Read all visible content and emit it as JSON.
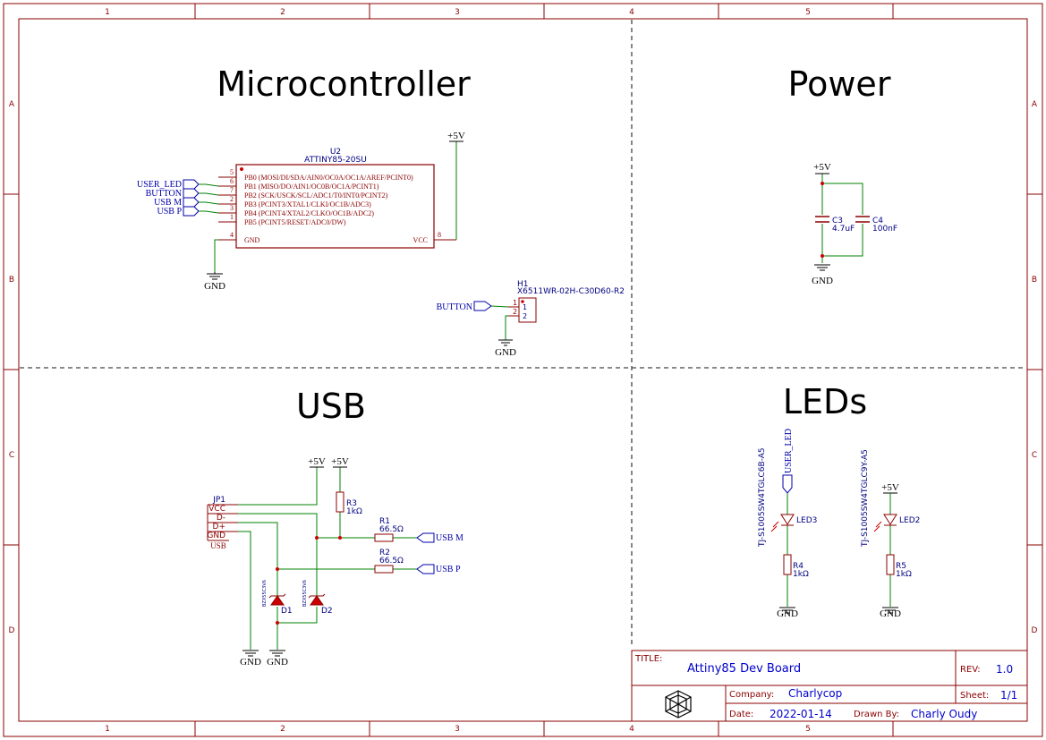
{
  "colors": {
    "frame": "#8b0000",
    "wire": "#008000",
    "junction": "#cc0000",
    "net_label": "#0000aa",
    "text": "#000000",
    "ref": "#000080",
    "title_value": "#0000cc"
  },
  "border": {
    "cols": [
      "1",
      "2",
      "3",
      "4",
      "5"
    ],
    "rows": [
      "A",
      "B",
      "C",
      "D"
    ]
  },
  "sections": {
    "microcontroller": "Microcontroller",
    "power": "Power",
    "usb": "USB",
    "leds": "LEDs"
  },
  "u2": {
    "ref": "U2",
    "value": "ATTINY85-20SU",
    "pin_numbers_left": [
      "5",
      "6",
      "7",
      "2",
      "3",
      "1"
    ],
    "pin_names_left": [
      "PB0 (MOSI/DI/SDA/AIN0/OC0A/OC1A/AREF/PCINT0)",
      "PB1 (MISO/DO/AIN1/OC0B/OC1A/PCINT1)",
      "PB2 (SCK/USCK/SCL/ADC1/T0/INT0/PCINT2)",
      "PB3 (PCINT3/XTAL1/CLKI/OC1B/ADC3)",
      "PB4 (PCINT4/XTAL2/CLKO/OC1B/ADC2)",
      "PB5 (PCINT5/RESET/ADC0/DW)"
    ],
    "gnd_pin": "4",
    "gnd_name": "GND",
    "vcc_pin": "8",
    "vcc_name": "VCC",
    "nets_left": [
      "USER_LED",
      "BUTTON",
      "USB M",
      "USB P"
    ]
  },
  "h1": {
    "ref": "H1",
    "value": "X6511WR-02H-C30D60-R2",
    "net": "BUTTON",
    "pins": [
      "1",
      "2"
    ]
  },
  "power": {
    "plus5v": "+5V",
    "gnd": "GND",
    "c3_ref": "C3",
    "c3_val": "4.7uF",
    "c4_ref": "C4",
    "c4_val": "100nF"
  },
  "usb": {
    "jp1_ref": "JP1",
    "jp1_pins": [
      "VCC",
      "D-",
      "D+",
      "GND"
    ],
    "jp1_value": "USB",
    "r3_ref": "R3",
    "r3_val": "1kΩ",
    "r1_ref": "R1",
    "r1_val": "66.5Ω",
    "r2_ref": "R2",
    "r2_val": "66.5Ω",
    "d1_ref": "D1",
    "d2_ref": "D2",
    "d1_val": "BZX55C3V6",
    "d2_val": "BZX55C3V6",
    "net_usb_m": "USB M",
    "net_usb_p": "USB P"
  },
  "leds": {
    "led3_ref": "LED3",
    "led3_val": "TJ-S1005SW4TGLC6B-A5",
    "led3_net": "USER_LED",
    "r4_ref": "R4",
    "r4_val": "1kΩ",
    "led2_ref": "LED2",
    "led2_val": "TJ-S1005SW4TGLC9Y-A5",
    "r5_ref": "R5",
    "r5_val": "1kΩ"
  },
  "title_block": {
    "title_label": "TITLE:",
    "title_value": "Attiny85 Dev Board",
    "rev_label": "REV:",
    "rev_value": "1.0",
    "company_label": "Company:",
    "company_value": "Charlycop",
    "sheet_label": "Sheet:",
    "sheet_value": "1/1",
    "date_label": "Date:",
    "date_value": "2022-01-14",
    "drawn_label": "Drawn By:",
    "drawn_value": "Charly Oudy"
  }
}
